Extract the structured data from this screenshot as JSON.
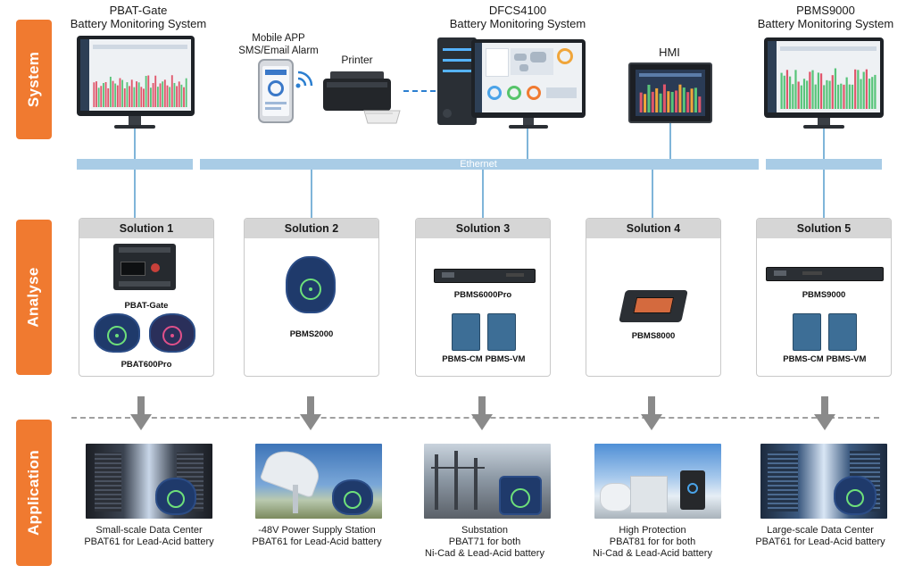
{
  "side_tabs": {
    "system": "System",
    "analyse": "Analyse",
    "application": "Application"
  },
  "systems": {
    "pbat_gate": {
      "title_1": "PBAT-Gate",
      "title_2": "Battery Monitoring System"
    },
    "mobile": {
      "title_1": "Mobile APP",
      "title_2": "SMS/Email Alarm"
    },
    "printer": {
      "title": "Printer"
    },
    "dfcs": {
      "title_1": "DFCS4100",
      "title_2": "Battery Monitoring System"
    },
    "hmi": {
      "title": "HMI"
    },
    "pbms9000": {
      "title_1": "PBMS9000",
      "title_2": "Battery Monitoring System"
    }
  },
  "ethernet_label": "Ethernet",
  "solutions": [
    {
      "title": "Solution 1",
      "devices": [
        "PBAT-Gate",
        "PBAT600Pro"
      ]
    },
    {
      "title": "Solution 2",
      "devices": [
        "PBMS2000"
      ]
    },
    {
      "title": "Solution 3",
      "devices": [
        "PBMS6000Pro",
        "PBMS-CM",
        "PBMS-VM"
      ]
    },
    {
      "title": "Solution 4",
      "devices": [
        "PBMS8000"
      ]
    },
    {
      "title": "Solution 5",
      "devices": [
        "PBMS9000",
        "PBMS-CM",
        "PBMS-VM"
      ]
    }
  ],
  "applications": [
    {
      "line_1": "Small-scale Data Center",
      "line_2": "PBAT61 for Lead-Acid battery",
      "line_3": ""
    },
    {
      "line_1": "-48V Power Supply Station",
      "line_2": "PBAT61 for Lead-Acid battery",
      "line_3": ""
    },
    {
      "line_1": "Substation",
      "line_2": "PBAT71 for both",
      "line_3": "Ni-Cad & Lead-Acid battery"
    },
    {
      "line_1": "High Protection",
      "line_2": "PBAT81 for for both",
      "line_3": "Ni-Cad & Lead-Acid battery"
    },
    {
      "line_1": "Large-scale Data Center",
      "line_2": "PBAT61 for Lead-Acid battery",
      "line_3": ""
    }
  ],
  "colors": {
    "accent_orange": "#f07a30",
    "ethernet_blue": "#a9cce6",
    "arrow_gray": "#8a8a8a",
    "sensor_blue": "#1f3a6b",
    "sensor_green": "#6ee07a"
  }
}
